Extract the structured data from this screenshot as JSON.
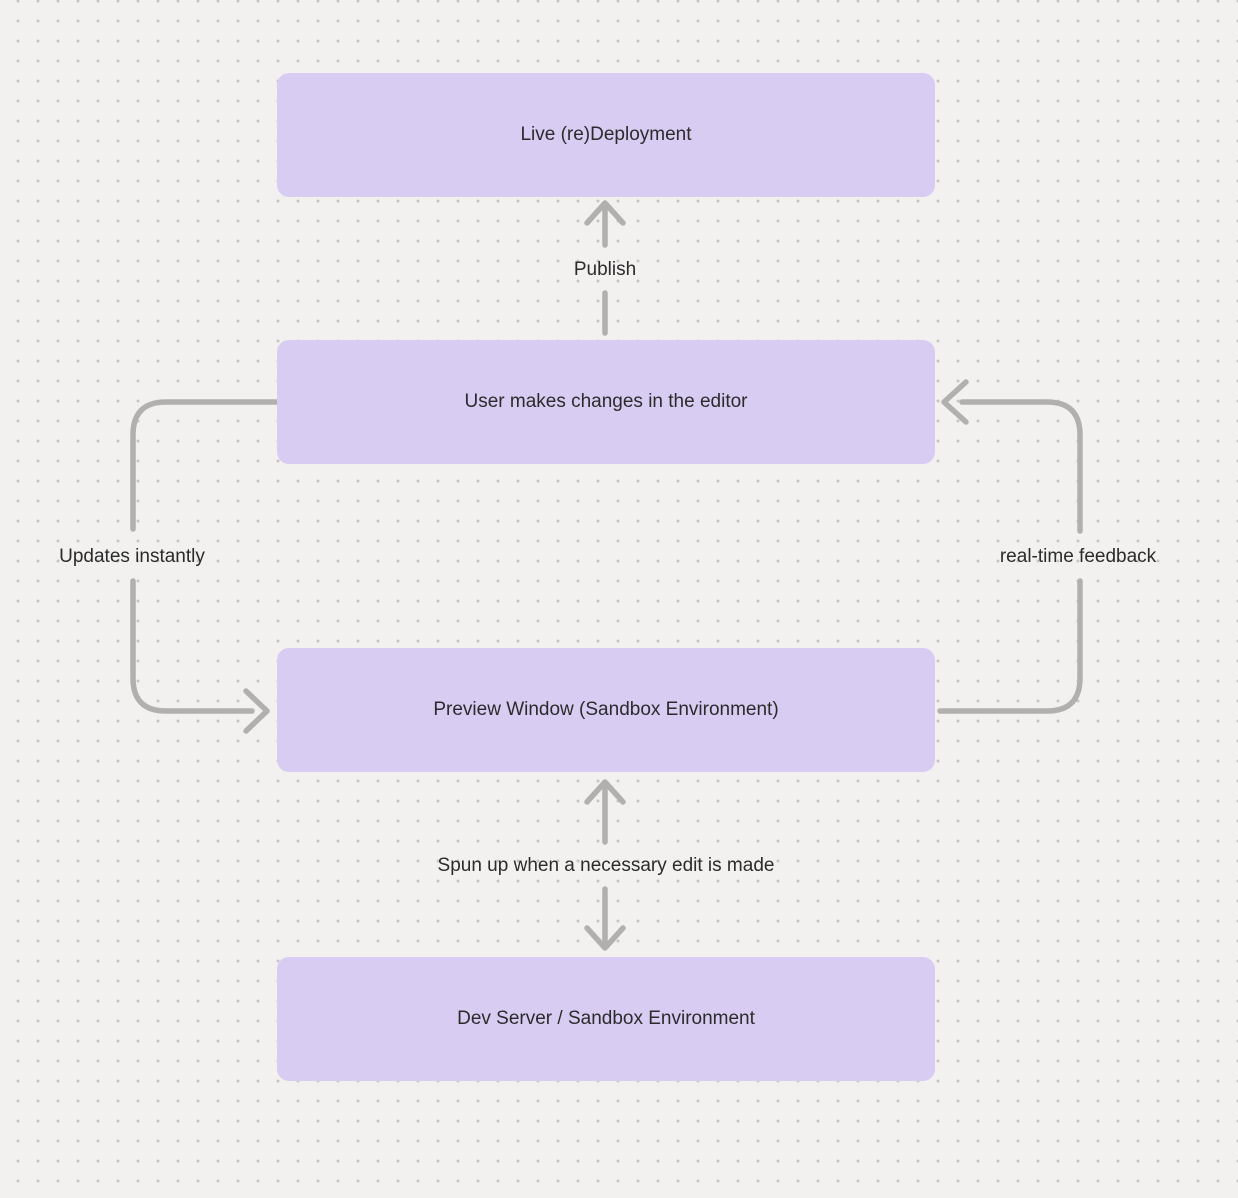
{
  "diagram": {
    "nodes": [
      {
        "id": "live-redeployment",
        "label": "Live (re)Deployment"
      },
      {
        "id": "user-editor",
        "label": "User makes changes in the editor"
      },
      {
        "id": "preview-window",
        "label": "Preview Window (Sandbox Environment)"
      },
      {
        "id": "dev-server",
        "label": "Dev Server / Sandbox Environment"
      }
    ],
    "edges": [
      {
        "id": "publish",
        "label": "Publish",
        "from": "user-editor",
        "to": "live-redeployment",
        "direction": "up"
      },
      {
        "id": "updates-instantly",
        "label": "Updates instantly",
        "from": "user-editor",
        "to": "preview-window",
        "direction": "left-loop"
      },
      {
        "id": "real-time-feedback",
        "label": "real-time feedback",
        "from": "preview-window",
        "to": "user-editor",
        "direction": "right-loop"
      },
      {
        "id": "spun-up",
        "label": "Spun up when a necessary edit is made",
        "from": "preview-window",
        "to": "dev-server",
        "direction": "both"
      }
    ],
    "colors": {
      "background": "#f2f1f0",
      "grid_dot": "#c6c4c2",
      "node_fill": "#d8ccf3",
      "arrow": "#b2b0ae",
      "text": "#2b2b2b"
    }
  }
}
